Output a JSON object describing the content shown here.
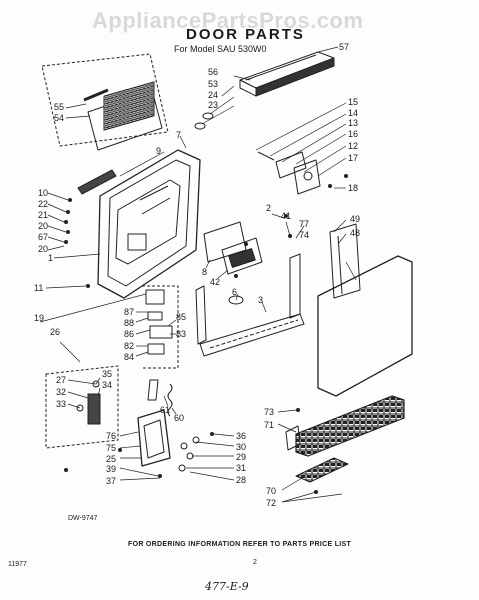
{
  "header": {
    "watermark": "AppliancePartsPros.com",
    "title": "DOOR PARTS",
    "subtitle": "For Model SAU 530W0"
  },
  "drawing_number": "DW-9747",
  "footer": {
    "ordering_note": "FOR ORDERING INFORMATION REFER TO PARTS PRICE LIST",
    "page_code": "11977",
    "page_number": "2",
    "handwritten_note": "477-E-9"
  },
  "callouts": [
    {
      "id": "c57",
      "text": "57"
    },
    {
      "id": "c56",
      "text": "56"
    },
    {
      "id": "c53",
      "text": "53"
    },
    {
      "id": "c24",
      "text": "24"
    },
    {
      "id": "c23",
      "text": "23"
    },
    {
      "id": "c55",
      "text": "55"
    },
    {
      "id": "c54",
      "text": "54"
    },
    {
      "id": "c15",
      "text": "15"
    },
    {
      "id": "c14",
      "text": "14"
    },
    {
      "id": "c13",
      "text": "13"
    },
    {
      "id": "c16",
      "text": "16"
    },
    {
      "id": "c12",
      "text": "12"
    },
    {
      "id": "c17",
      "text": "17"
    },
    {
      "id": "c7",
      "text": "7"
    },
    {
      "id": "c9",
      "text": "9"
    },
    {
      "id": "c10",
      "text": "10"
    },
    {
      "id": "c22",
      "text": "22"
    },
    {
      "id": "c21",
      "text": "21"
    },
    {
      "id": "c20a",
      "text": "20"
    },
    {
      "id": "c67",
      "text": "67"
    },
    {
      "id": "c20b",
      "text": "20"
    },
    {
      "id": "c18",
      "text": "18"
    },
    {
      "id": "c2",
      "text": "2"
    },
    {
      "id": "c41",
      "text": "41"
    },
    {
      "id": "c77",
      "text": "77"
    },
    {
      "id": "c74",
      "text": "74"
    },
    {
      "id": "c49",
      "text": "49"
    },
    {
      "id": "c48",
      "text": "48"
    },
    {
      "id": "c1",
      "text": "1"
    },
    {
      "id": "c8",
      "text": "8"
    },
    {
      "id": "c42",
      "text": "42"
    },
    {
      "id": "c6",
      "text": "6"
    },
    {
      "id": "c11",
      "text": "11"
    },
    {
      "id": "c3",
      "text": "3"
    },
    {
      "id": "c19",
      "text": "19"
    },
    {
      "id": "c26",
      "text": "26"
    },
    {
      "id": "c87",
      "text": "87"
    },
    {
      "id": "c85",
      "text": "85"
    },
    {
      "id": "c88",
      "text": "88"
    },
    {
      "id": "c86",
      "text": "86"
    },
    {
      "id": "c83",
      "text": "83"
    },
    {
      "id": "c82",
      "text": "82"
    },
    {
      "id": "c84",
      "text": "84"
    },
    {
      "id": "c27",
      "text": "27"
    },
    {
      "id": "c35",
      "text": "35"
    },
    {
      "id": "c32",
      "text": "32"
    },
    {
      "id": "c34",
      "text": "34"
    },
    {
      "id": "c33",
      "text": "33"
    },
    {
      "id": "c61",
      "text": "61"
    },
    {
      "id": "c60",
      "text": "60"
    },
    {
      "id": "c73",
      "text": "73"
    },
    {
      "id": "c71",
      "text": "71"
    },
    {
      "id": "c36",
      "text": "36"
    },
    {
      "id": "c30",
      "text": "30"
    },
    {
      "id": "c29",
      "text": "29"
    },
    {
      "id": "c31",
      "text": "31"
    },
    {
      "id": "c28",
      "text": "28"
    },
    {
      "id": "c76",
      "text": "76"
    },
    {
      "id": "c75",
      "text": "75"
    },
    {
      "id": "c25",
      "text": "25"
    },
    {
      "id": "c39",
      "text": "39"
    },
    {
      "id": "c37",
      "text": "37"
    },
    {
      "id": "c70",
      "text": "70"
    },
    {
      "id": "c72",
      "text": "72"
    }
  ]
}
